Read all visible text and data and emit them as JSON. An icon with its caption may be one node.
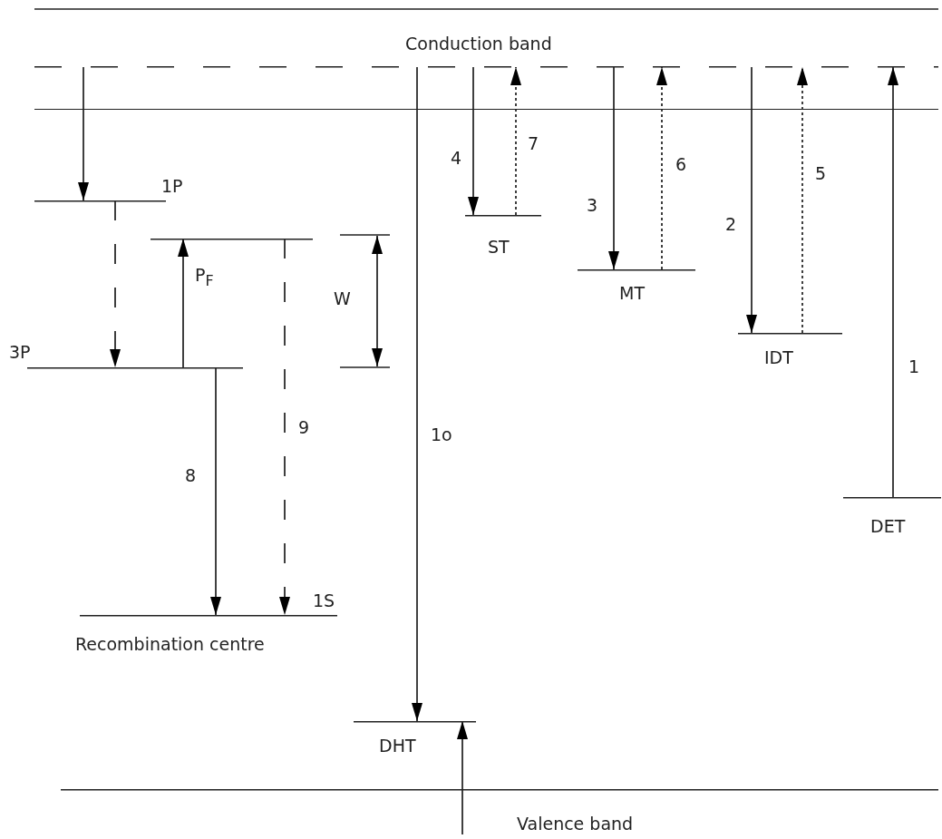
{
  "diagram": {
    "nodes": [
      {
        "text": [
          "Conduction band"
        ]
      },
      {
        "text": [
          "1P"
        ]
      },
      {
        "text": [],
        "shape": "line"
      },
      {
        "text": [
          "3P"
        ]
      },
      {
        "text": [
          "1S",
          "Recombination centre"
        ]
      },
      {
        "text": [
          "ST"
        ]
      },
      {
        "text": [
          "MT"
        ]
      },
      {
        "text": [
          "IDT"
        ]
      },
      {
        "text": [
          "DET"
        ]
      },
      {
        "text": [
          "DHT"
        ]
      },
      {
        "text": [
          "Valence band"
        ]
      }
    ],
    "edges": [
      {
        "from": 0,
        "to": 1,
        "arrow": "to"
      },
      {
        "from": 1,
        "to": 3,
        "arrow": "to",
        "style": "dashed"
      },
      {
        "from": 3,
        "to": 2,
        "arrow": "to",
        "label": "P$_{F}$"
      },
      {
        "from": 3,
        "to": 4,
        "arrow": "to",
        "label": "8"
      },
      {
        "from": 2,
        "to": 4,
        "arrow": "to",
        "label": "9",
        "style": "dashed"
      },
      {
        "from": 0,
        "to": 9,
        "arrow": "to",
        "label": "1o"
      },
      {
        "from": 0,
        "to": 5,
        "arrow": "to",
        "label": "4"
      },
      {
        "from": 5,
        "to": 0,
        "arrow": "to",
        "label": "7",
        "style": "dashed"
      },
      {
        "from": 0,
        "to": 6,
        "arrow": "to",
        "label": "3"
      },
      {
        "from": 6,
        "to": 0,
        "arrow": "to",
        "label": "6",
        "style": "dashed"
      },
      {
        "from": 0,
        "to": 7,
        "arrow": "to",
        "label": "2"
      },
      {
        "from": 7,
        "to": 0,
        "arrow": "to",
        "label": "5",
        "style": "dashed"
      },
      {
        "from": 8,
        "to": 0,
        "arrow": "to",
        "label": "1"
      },
      {
        "from": 10,
        "to": 9,
        "arrow": "to"
      }
    ],
    "labels": [
      "W"
    ]
  }
}
